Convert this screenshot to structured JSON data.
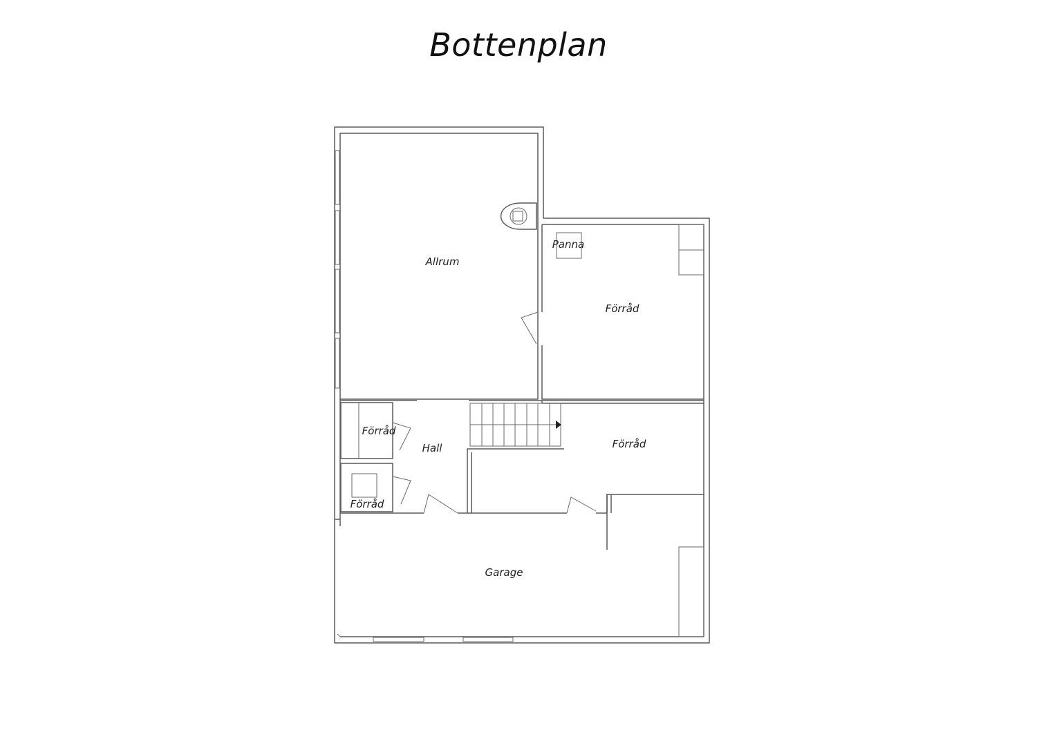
{
  "title": "Bottenplan",
  "rooms": {
    "allrum": "Allrum",
    "panna": "Panna",
    "forrad_right_upper": "Förråd",
    "forrad_middle": "Förråd",
    "forrad_left_upper": "Förråd",
    "forrad_left_lower": "Förråd",
    "hall": "Hall",
    "garage": "Garage"
  }
}
